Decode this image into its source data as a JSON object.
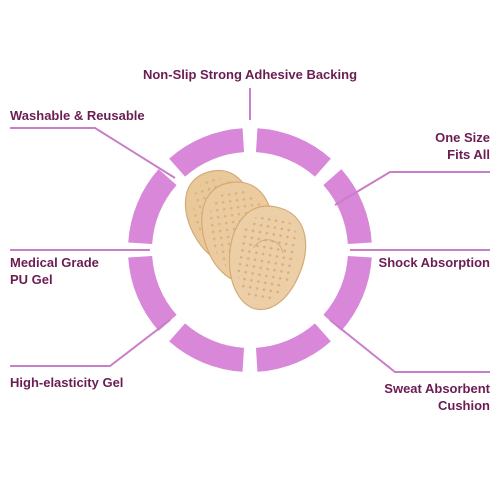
{
  "features": {
    "top": "Non-Slip Strong Adhesive Backing",
    "washable": "Washable & Reusable",
    "one_size_line1": "One Size",
    "one_size_line2": "Fits All",
    "medical_line1": "Medical Grade",
    "medical_line2": "PU Gel",
    "shock": "Shock Absorption",
    "elasticity": "High-elasticity Gel",
    "sweat_line1": "Sweat Absorbent",
    "sweat_line2": "Cushion"
  },
  "colors": {
    "ring": "#d987d9",
    "leader": "#c87ec8",
    "label": "#6b1d52",
    "pad": "#e9c89a",
    "pad_edge": "#d5aa74",
    "pad_dots": "#cfa06b"
  },
  "product": {
    "icon": "forefoot-gel-pad-image",
    "pad_count": 3
  }
}
